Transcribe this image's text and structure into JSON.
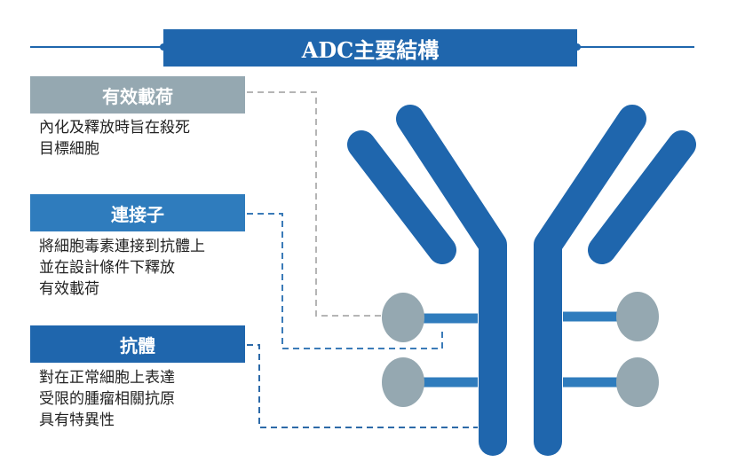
{
  "title": "ADC主要結構",
  "components": [
    {
      "id": "payload",
      "label": "有效載荷",
      "color": "#95a8b1",
      "connector": "#b5b5b5",
      "description": [
        "內化及釋放時旨在殺死",
        "目標細胞"
      ]
    },
    {
      "id": "linker",
      "label": "連接子",
      "color": "#2f7cbd",
      "connector": "#3b7bb8",
      "description": [
        "將細胞毒素連接到抗體上",
        "並在設計條件下釋放",
        "有效載荷"
      ]
    },
    {
      "id": "antibody",
      "label": "抗體",
      "color": "#1f66ad",
      "connector": "#2d6aa8",
      "description": [
        "對在正常細胞上表達",
        "受限的腫瘤相關抗原",
        "具有特異性"
      ]
    }
  ],
  "colors": {
    "antibody_blue": "#1f66ad",
    "payload_gray": "#95a8b1",
    "linker_blue": "#2f7cbd"
  }
}
